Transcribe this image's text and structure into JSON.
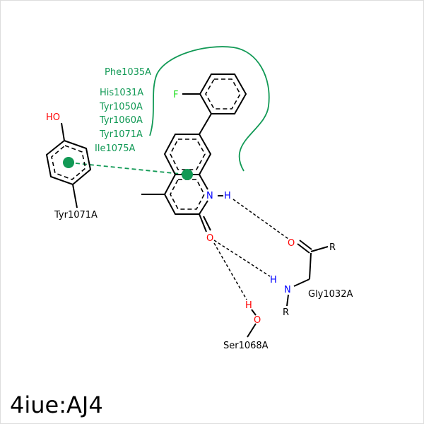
{
  "title": "4iue:AJ4",
  "hydrophobic_contacts": [
    "Phe1035A",
    "His1031A",
    "Tyr1050A",
    "Tyr1060A",
    "Tyr1071A",
    "Ile1075A"
  ],
  "atoms": {
    "F": "F",
    "N": "N",
    "H": "H",
    "O": "O",
    "HO": "HO"
  },
  "residues": {
    "tyr": {
      "label": "Tyr1071A",
      "atom": "HO"
    },
    "gly": {
      "label": "Gly1032A",
      "O": "O",
      "N": "N",
      "H": "H",
      "R1": "R",
      "R2": "R"
    },
    "ser": {
      "label": "Ser1068A",
      "O": "O",
      "H": "H"
    }
  },
  "colors": {
    "green": "#119955",
    "nitrogen": "#0000ff",
    "oxygen": "#ff0000",
    "fluorine": "#22dd22"
  }
}
